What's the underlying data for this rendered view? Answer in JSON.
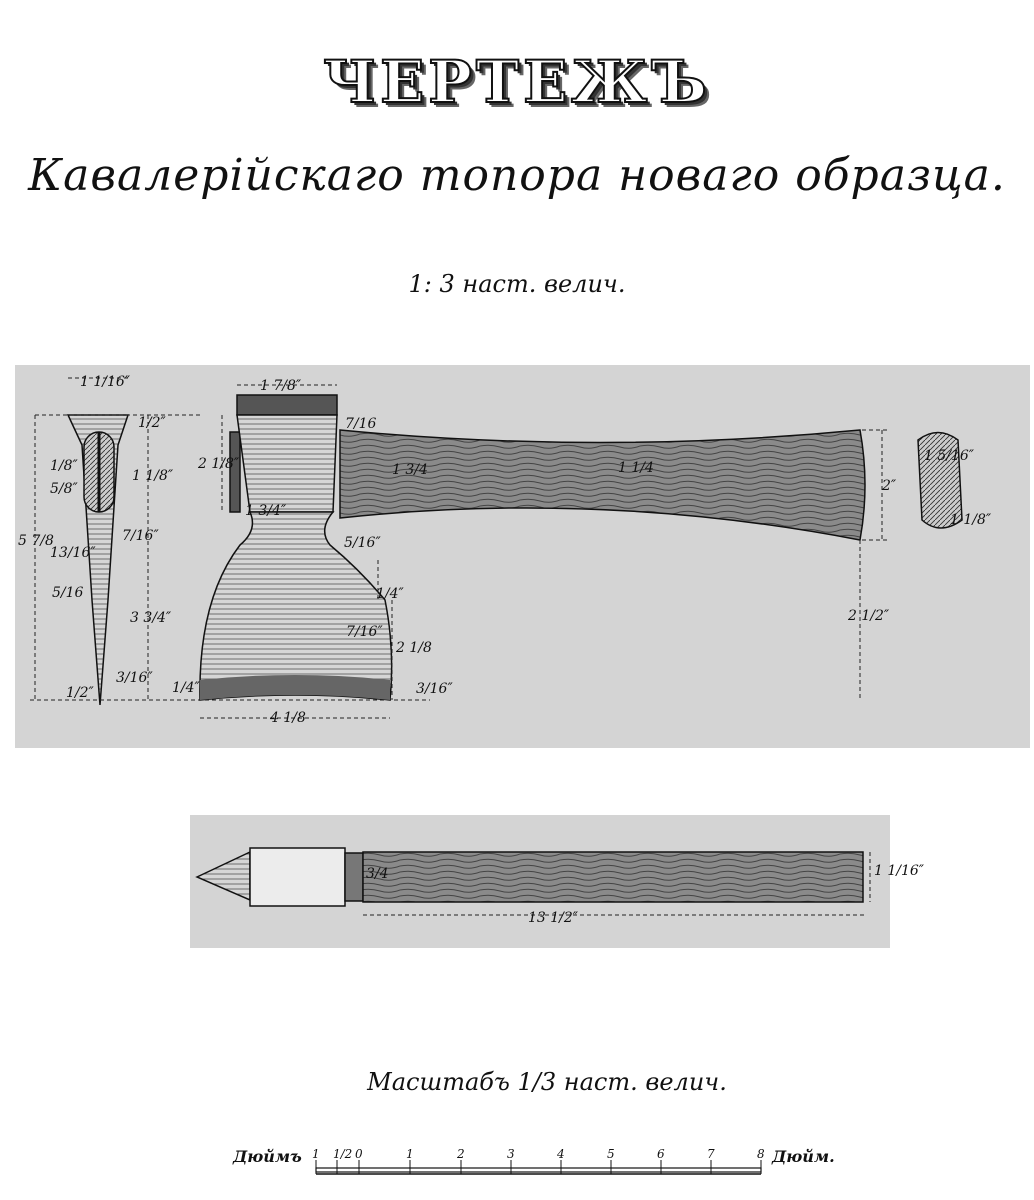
{
  "title": "ЧЕРТЕЖЪ",
  "subtitle": "Кавалерійскаго топора новаго образца.",
  "scale_note": "1: 3 наст. велич.",
  "side_view_labels": [
    "1 1/16″",
    "1/2″",
    "1 1/8″",
    "1/8″",
    "5/8″",
    "5 7/8",
    "13/16″",
    "7/16″",
    "5/16",
    "3 3/4″",
    "3/16″",
    "1/2″"
  ],
  "front_view_labels": [
    "1 7/8″",
    "7/16",
    "2 1/8″",
    "1 3/4″",
    "5/16″",
    "1/4″",
    "7/16″",
    "2 1/8",
    "1/4″",
    "3/16″",
    "4 1/8"
  ],
  "handle_labels": [
    "1 3/4",
    "1 1/4",
    "2″",
    "1 5/16″",
    "1 1/8″",
    "2 1/2″"
  ],
  "top_view_labels": [
    "3/4",
    "1 1/16″",
    "13 1/2″"
  ],
  "caption": "Масштабъ 1/3 наст. велич.",
  "ruler": {
    "left_unit": "Дюймъ",
    "right_unit": "Дюйм.",
    "ticks": [
      "1",
      "1/2",
      "0",
      "1",
      "2",
      "3",
      "4",
      "5",
      "6",
      "7",
      "8"
    ]
  }
}
